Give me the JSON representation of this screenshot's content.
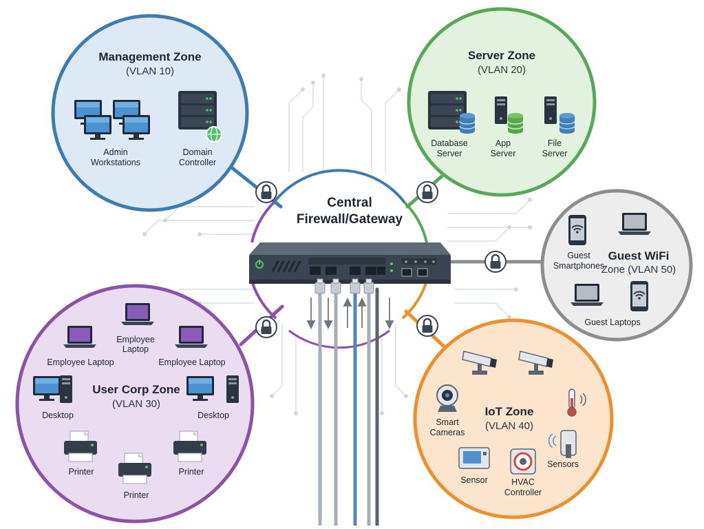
{
  "center": {
    "title_line1": "Central",
    "title_line2": "Firewall/Gateway"
  },
  "zones": {
    "management": {
      "title": "Management Zone",
      "subtitle": "(VLAN 10)",
      "color": "#3d7bb0",
      "labels": {
        "workstations_1": "Admin",
        "workstations_2": "Workstations",
        "dc_1": "Domain",
        "dc_2": "Controller"
      }
    },
    "server": {
      "title": "Server Zone",
      "subtitle": "(VLAN 20)",
      "color": "#58a85a",
      "labels": {
        "db_1": "Database",
        "db_2": "Server",
        "app_1": "App",
        "app_2": "Server",
        "file_1": "File",
        "file_2": "Server"
      }
    },
    "guest": {
      "title_line1": "Guest WiFi",
      "title_line2": "Zone (VLAN 50)",
      "color": "#8d8d8d",
      "labels": {
        "phones_1": "Guest",
        "phones_2": "Smartphones",
        "laptops": "Guest Laptops"
      }
    },
    "user": {
      "title": "User Corp Zone",
      "subtitle": "(VLAN 30)",
      "color": "#8a52a8",
      "labels": {
        "laptop_left": "Employee Laptop",
        "laptop_mid_1": "Employee",
        "laptop_mid_2": "Laptop",
        "laptop_right": "Employee Laptop",
        "desktop_left": "Desktop",
        "desktop_right": "Desktop",
        "printer_left": "Printer",
        "printer_mid": "Printer",
        "printer_right": "Printer"
      }
    },
    "iot": {
      "title": "IoT Zone",
      "subtitle": "(VLAN 40)",
      "color": "#ec8f2c",
      "labels": {
        "cam_1": "Smart",
        "cam_2": "Cameras",
        "sensor": "Sensor",
        "hvac_1": "HVAC",
        "hvac_2": "Controller",
        "sensors": "Sensors"
      }
    }
  },
  "icons": [
    "monitor-icon",
    "server-rack-icon",
    "globe-icon",
    "database-icon",
    "smartphone-icon",
    "laptop-icon",
    "wifi-icon",
    "desktop-tower-icon",
    "printer-icon",
    "security-camera-icon",
    "thermometer-icon",
    "thermostat-icon",
    "lock-icon",
    "power-icon",
    "ethernet-plug-icon"
  ]
}
